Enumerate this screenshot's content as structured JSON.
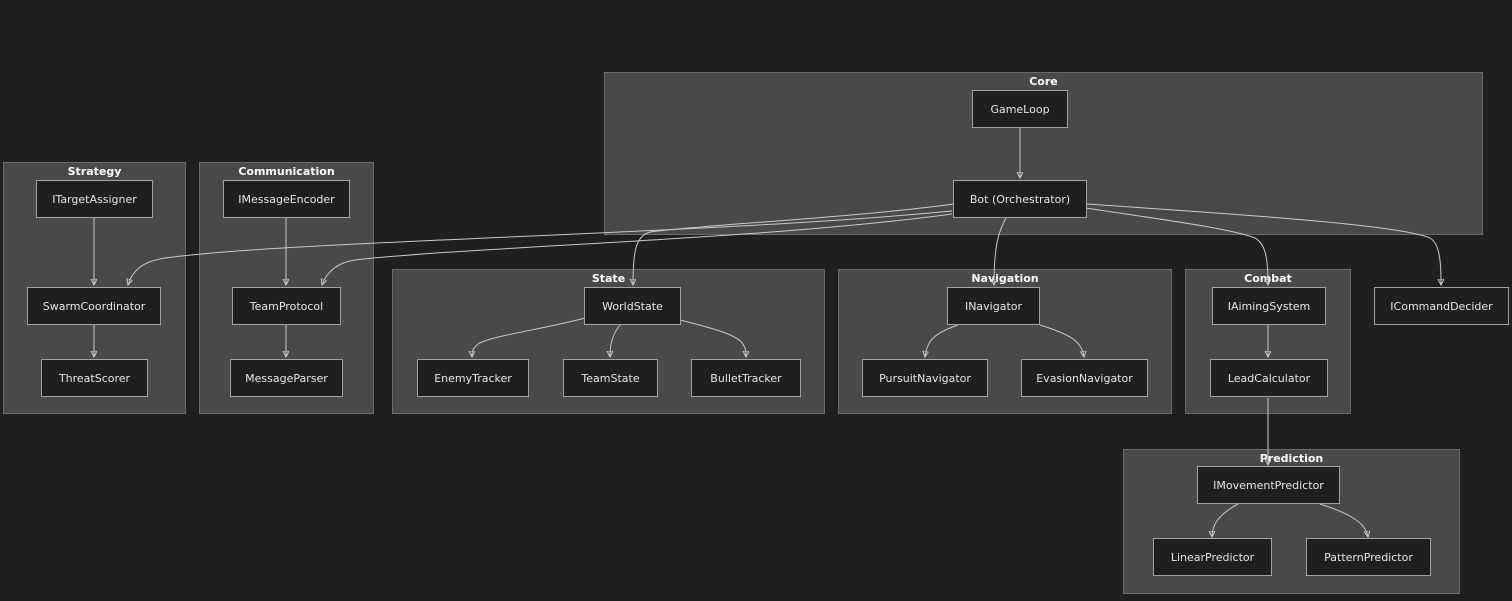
{
  "groups": {
    "core": "Core",
    "strategy": "Strategy",
    "communication": "Communication",
    "state": "State",
    "navigation": "Navigation",
    "combat": "Combat",
    "prediction": "Prediction"
  },
  "nodes": {
    "game_loop": "GameLoop",
    "bot": "Bot (Orchestrator)",
    "target_assigner": "ITargetAssigner",
    "swarm_coordinator": "SwarmCoordinator",
    "threat_scorer": "ThreatScorer",
    "message_encoder": "IMessageEncoder",
    "team_protocol": "TeamProtocol",
    "message_parser": "MessageParser",
    "world_state": "WorldState",
    "enemy_tracker": "EnemyTracker",
    "team_state": "TeamState",
    "bullet_tracker": "BulletTracker",
    "navigator": "INavigator",
    "pursuit_navigator": "PursuitNavigator",
    "evasion_navigator": "EvasionNavigator",
    "aiming_system": "IAimingSystem",
    "lead_calculator": "LeadCalculator",
    "command_decider": "ICommandDecider",
    "movement_predictor": "IMovementPredictor",
    "linear_predictor": "LinearPredictor",
    "pattern_predictor": "PatternPredictor"
  },
  "colors": {
    "background": "#1f1f1f",
    "group_fill": "#484948",
    "node_fill": "#1e1f1e",
    "node_border": "#a3a3a3",
    "edge": "#c9c9c9"
  }
}
